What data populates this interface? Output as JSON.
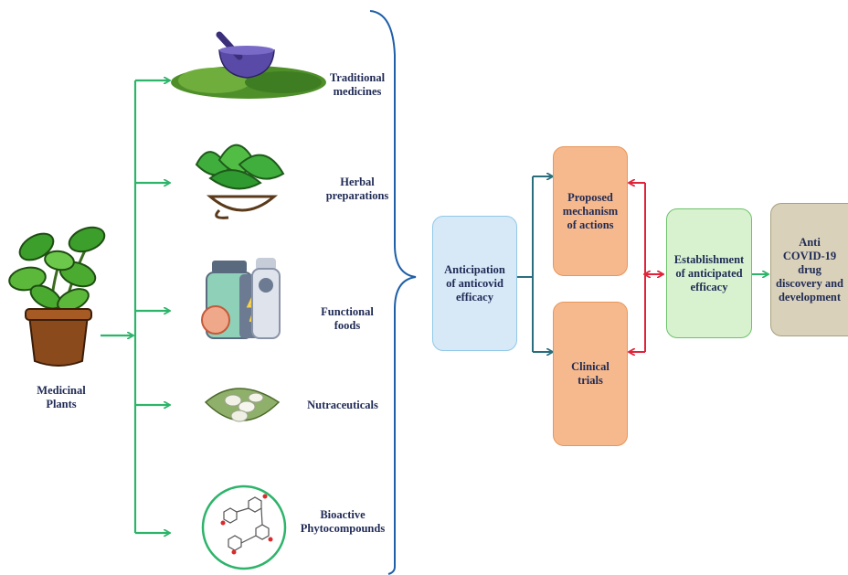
{
  "source": {
    "label": "Medicinal\nPlants"
  },
  "categories": [
    {
      "id": "traditional",
      "label": "Traditional\nmedicines"
    },
    {
      "id": "herbal",
      "label": "Herbal\npreparations"
    },
    {
      "id": "functional",
      "label": "Functional\nfoods"
    },
    {
      "id": "nutraceuticals",
      "label": "Nutraceuticals"
    },
    {
      "id": "bioactive",
      "label": "Bioactive\nPhytocompounds"
    }
  ],
  "flow": {
    "anticipation": "Anticipation\nof anticovid\nefficacy",
    "mechanism": "Proposed\nmechanism\nof actions",
    "trials": "Clinical\ntrials",
    "establishment": "Establishment\nof anticipated\nefficacy",
    "outcome": "Anti\nCOVID-19\ndrug\ndiscovery and\ndevelopment"
  },
  "colors": {
    "green_arrow": "#2db46a",
    "blue_brace": "#1f5fa8",
    "teal_arrow": "#2a6e7e",
    "red_arrow": "#e0243a",
    "blue_box": "#d7e8f7",
    "orange_box": "#f6b98d",
    "green_box": "#d8f2cf",
    "tan_box": "#d9d1ba"
  }
}
